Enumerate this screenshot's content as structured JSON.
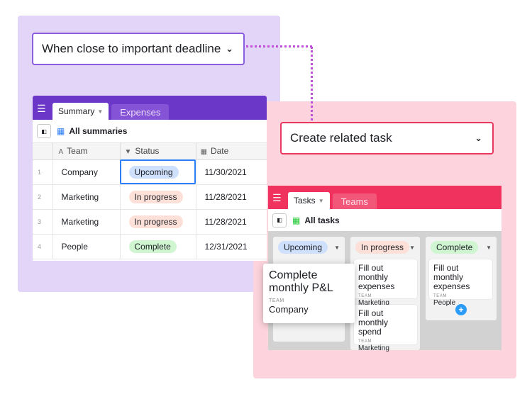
{
  "trigger": {
    "label": "When close to important deadline",
    "chevron_icon": "chevron-down-icon"
  },
  "action": {
    "label": "Create related task",
    "chevron_icon": "chevron-down-icon"
  },
  "colors": {
    "purple_bg": "#e2d5f8",
    "purple_accent": "#6b37c9",
    "pink_bg": "#fdd4dd",
    "pink_accent": "#f0325f",
    "connector": "#c04fd9"
  },
  "summary_grid": {
    "tabs": [
      "Summary",
      "Expenses"
    ],
    "view_name": "All summaries",
    "columns": [
      "Team",
      "Status",
      "Date"
    ],
    "rows": [
      {
        "num": "1",
        "team": "Company",
        "status": "Upcoming",
        "date": "11/30/2021"
      },
      {
        "num": "2",
        "team": "Marketing",
        "status": "In progress",
        "date": "11/28/2021"
      },
      {
        "num": "3",
        "team": "Marketing",
        "status": "In progress",
        "date": "11/28/2021"
      },
      {
        "num": "4",
        "team": "People",
        "status": "Complete",
        "date": "12/31/2021"
      }
    ]
  },
  "kanban": {
    "tabs": [
      "Tasks",
      "Teams"
    ],
    "view_name": "All tasks",
    "stacks": [
      {
        "label": "Upcoming"
      },
      {
        "label": "In progress"
      },
      {
        "label": "Complete"
      }
    ],
    "cards": {
      "progress_1": {
        "title": "Fill out monthly expenses",
        "field": "TEAM",
        "value": "Marketing"
      },
      "progress_2": {
        "title": "Fill out monthly spend",
        "field": "TEAM",
        "value": "Marketing"
      },
      "complete_1": {
        "title": "Fill out monthly expenses",
        "field": "TEAM",
        "value": "People"
      }
    },
    "dragged_card": {
      "title": "Complete monthly P&L",
      "field": "TEAM",
      "value": "Company"
    },
    "add_label": "+"
  }
}
